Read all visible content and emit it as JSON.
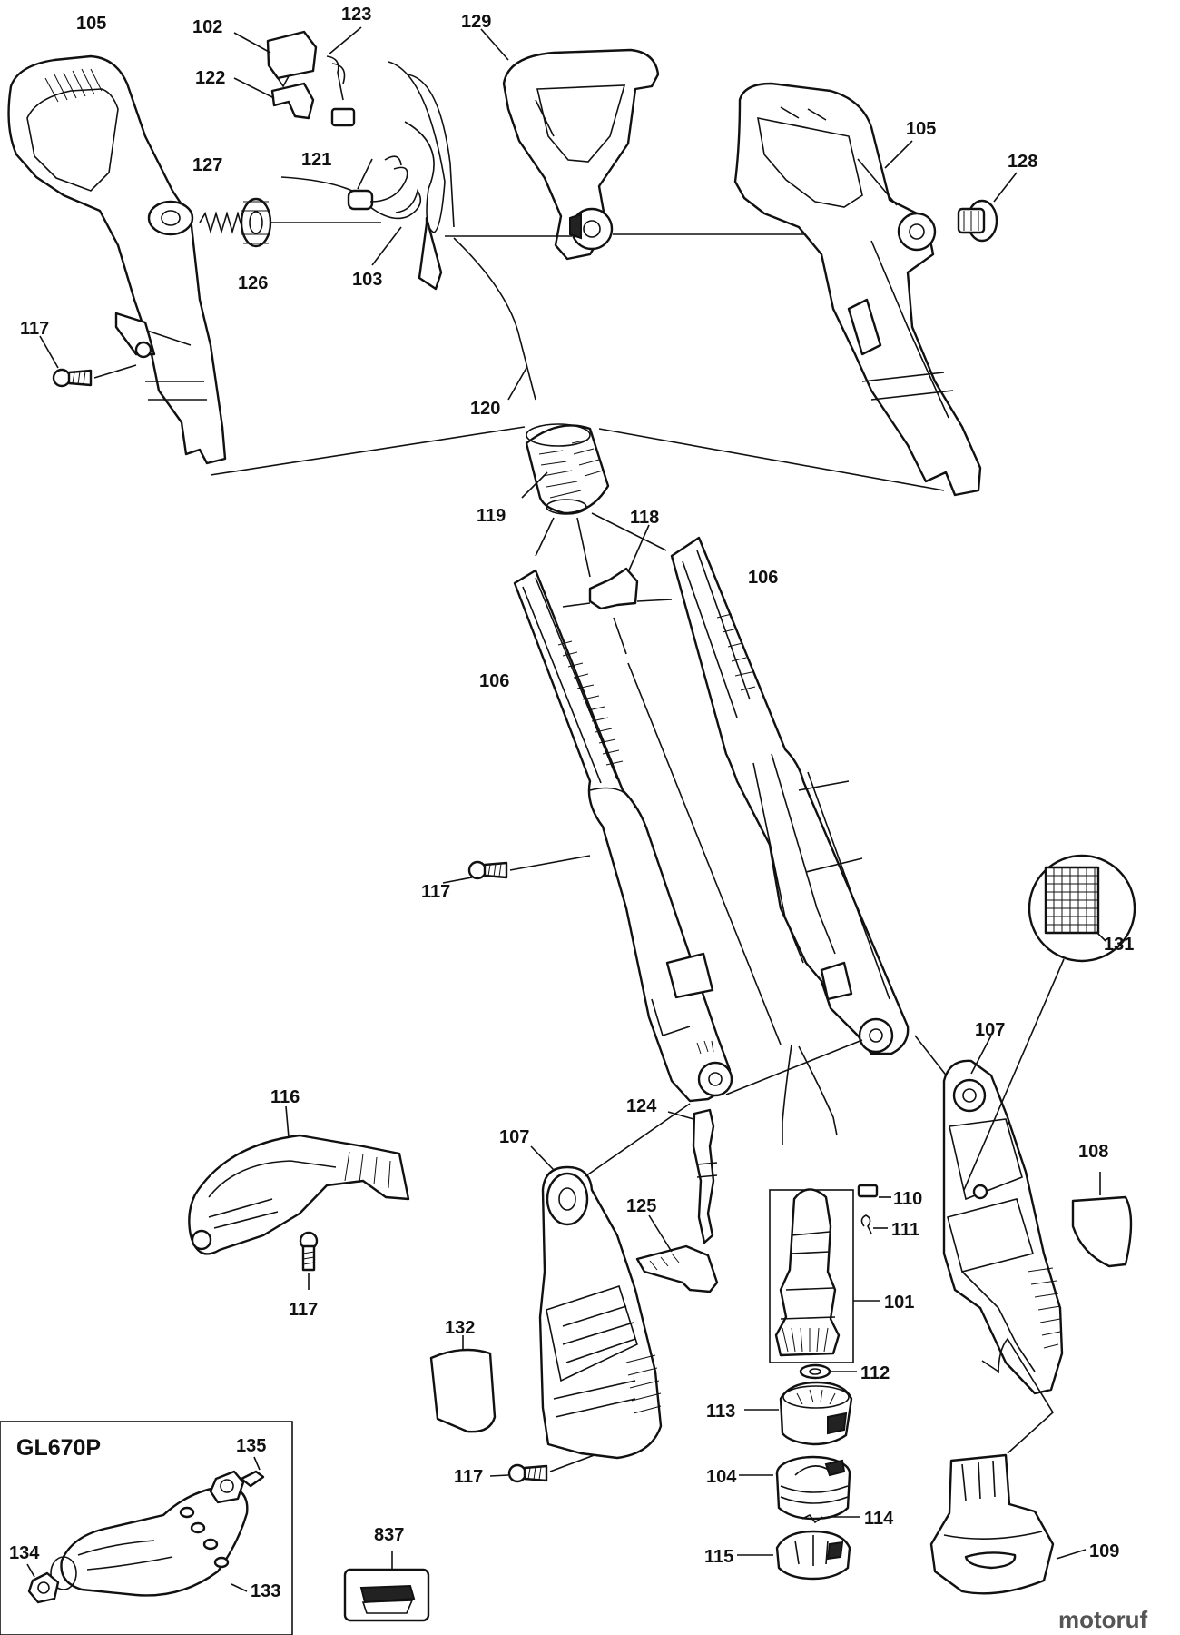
{
  "inset": {
    "model": "GL670P"
  },
  "watermark": {
    "text": "motoruf"
  },
  "callouts": [
    {
      "id": "lbl-105a",
      "text": "105"
    },
    {
      "id": "lbl-102",
      "text": "102"
    },
    {
      "id": "lbl-123",
      "text": "123"
    },
    {
      "id": "lbl-129",
      "text": "129"
    },
    {
      "id": "lbl-122",
      "text": "122"
    },
    {
      "id": "lbl-105b",
      "text": "105"
    },
    {
      "id": "lbl-128",
      "text": "128"
    },
    {
      "id": "lbl-127",
      "text": "127"
    },
    {
      "id": "lbl-121",
      "text": "121"
    },
    {
      "id": "lbl-126",
      "text": "126"
    },
    {
      "id": "lbl-103",
      "text": "103"
    },
    {
      "id": "lbl-117a",
      "text": "117"
    },
    {
      "id": "lbl-120",
      "text": "120"
    },
    {
      "id": "lbl-119",
      "text": "119"
    },
    {
      "id": "lbl-118",
      "text": "118"
    },
    {
      "id": "lbl-106a",
      "text": "106"
    },
    {
      "id": "lbl-106b",
      "text": "106"
    },
    {
      "id": "lbl-117b",
      "text": "117"
    },
    {
      "id": "lbl-131",
      "text": "131"
    },
    {
      "id": "lbl-107a",
      "text": "107"
    },
    {
      "id": "lbl-116",
      "text": "116"
    },
    {
      "id": "lbl-124",
      "text": "124"
    },
    {
      "id": "lbl-107b",
      "text": "107"
    },
    {
      "id": "lbl-108",
      "text": "108"
    },
    {
      "id": "lbl-110",
      "text": "110"
    },
    {
      "id": "lbl-111",
      "text": "111"
    },
    {
      "id": "lbl-125",
      "text": "125"
    },
    {
      "id": "lbl-101",
      "text": "101"
    },
    {
      "id": "lbl-117c",
      "text": "117"
    },
    {
      "id": "lbl-132",
      "text": "132"
    },
    {
      "id": "lbl-112",
      "text": "112"
    },
    {
      "id": "lbl-113",
      "text": "113"
    },
    {
      "id": "lbl-135",
      "text": "135"
    },
    {
      "id": "lbl-117d",
      "text": "117"
    },
    {
      "id": "lbl-104",
      "text": "104"
    },
    {
      "id": "lbl-114",
      "text": "114"
    },
    {
      "id": "lbl-837",
      "text": "837"
    },
    {
      "id": "lbl-134",
      "text": "134"
    },
    {
      "id": "lbl-133",
      "text": "133"
    },
    {
      "id": "lbl-115",
      "text": "115"
    },
    {
      "id": "lbl-109",
      "text": "109"
    }
  ]
}
